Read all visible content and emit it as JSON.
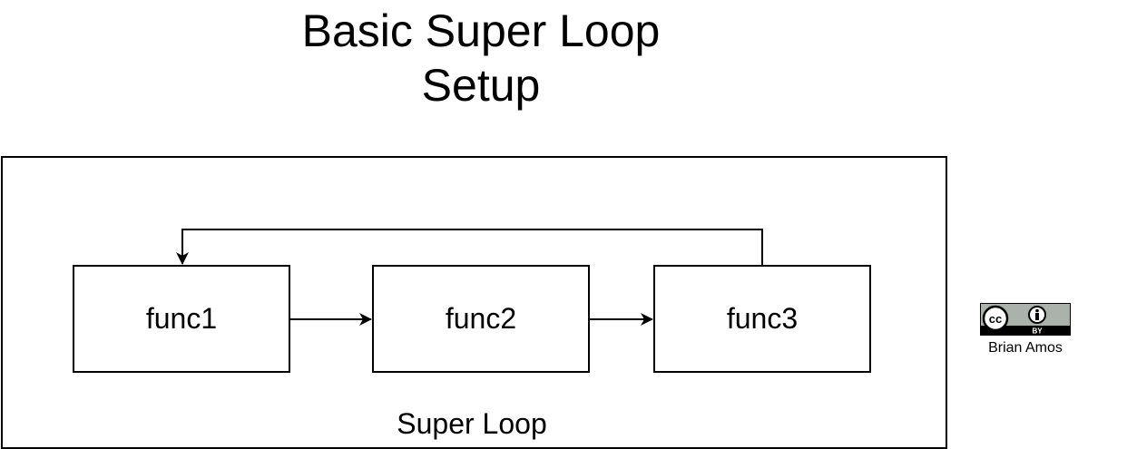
{
  "title": {
    "line1": "Basic Super Loop",
    "line2": "Setup"
  },
  "loop": {
    "label": "Super Loop"
  },
  "functions": [
    {
      "label": "func1"
    },
    {
      "label": "func2"
    },
    {
      "label": "func3"
    }
  ],
  "license": {
    "icon": "creative-commons-by-icon",
    "by_text": "BY",
    "author": "Brian Amos"
  },
  "colors": {
    "stroke": "#000000",
    "background": "#ffffff",
    "badge": "#aab2ab"
  }
}
